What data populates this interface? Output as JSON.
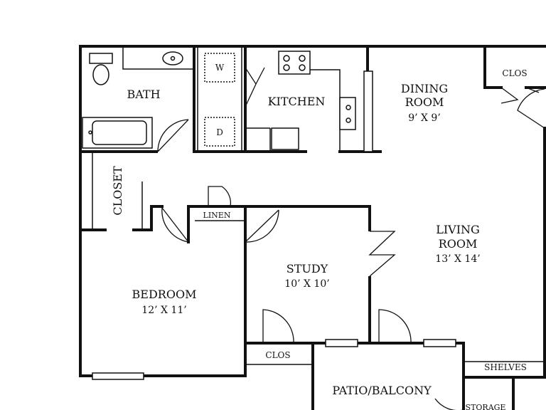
{
  "rooms": {
    "bath": "BATH",
    "kitchen": "KITCHEN",
    "dining": {
      "line1": "DINING",
      "line2": "ROOM",
      "dim": "9’ X 9’"
    },
    "living": {
      "line1": "LIVING",
      "line2": "ROOM",
      "dim": "13’ X 14’"
    },
    "study": {
      "name": "STUDY",
      "dim": "10’ X 10’"
    },
    "bedroom": {
      "name": "BEDROOM",
      "dim": "12’ X 11’"
    },
    "patio": "PATIO/BALCONY",
    "closet_vertical": "CLOSET",
    "clos_dining": "CLOS",
    "clos_study": "CLOS",
    "linen": "LINEN",
    "shelves": "SHELVES",
    "storage": "STORAGE",
    "washer": "W",
    "dryer": "D"
  }
}
